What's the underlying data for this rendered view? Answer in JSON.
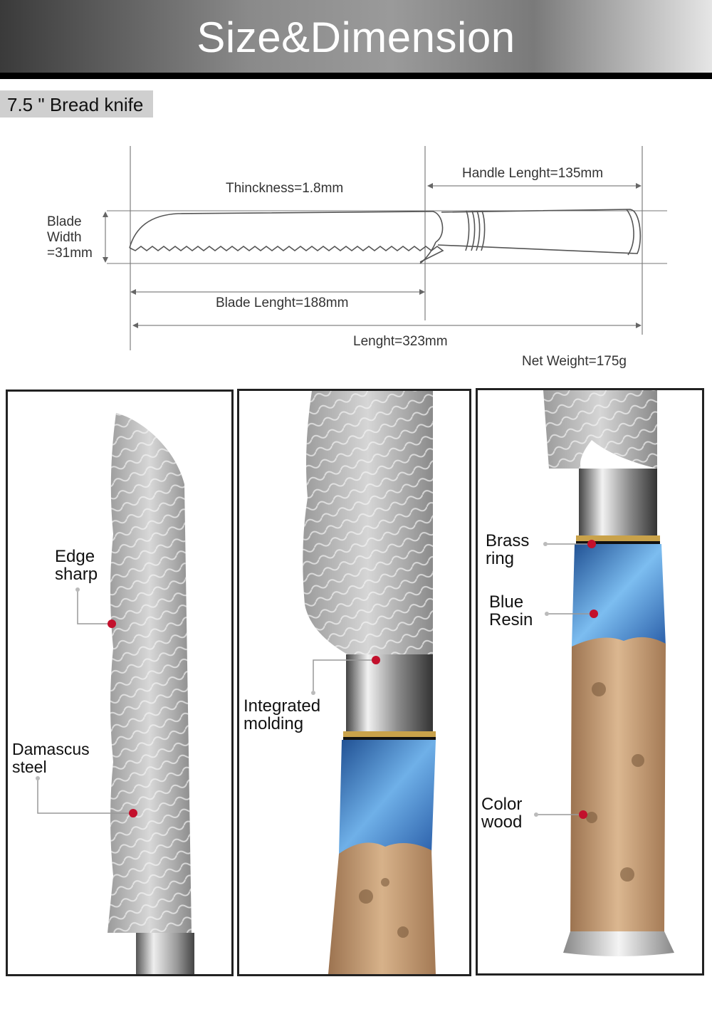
{
  "header": {
    "title": "Size&Dimension"
  },
  "product": {
    "label": "7.5 \" Bread knife"
  },
  "dimensions": {
    "thickness": "Thinckness=1.8mm",
    "handle_length": "Handle Lenght=135mm",
    "blade_width_line1": "Blade",
    "blade_width_line2": "Width",
    "blade_width_line3": "=31mm",
    "blade_length": "Blade Lenght=188mm",
    "total_length": "Lenght=323mm",
    "net_weight": "Net Weight=175g"
  },
  "callouts": {
    "edge_sharp": {
      "line1": "Edge",
      "line2": "sharp"
    },
    "damascus": {
      "line1": "Damascus",
      "line2": "steel"
    },
    "integrated": {
      "line1": "Integrated",
      "line2": "molding"
    },
    "brass": {
      "line1": "Brass",
      "line2": "ring"
    },
    "resin": {
      "line1": "Blue",
      "line2": "Resin"
    },
    "wood": {
      "line1": "Color",
      "line2": "wood"
    }
  },
  "colors": {
    "marker": "#c3102c",
    "header_bar": "#000000",
    "tab_bg": "#cfcfcf",
    "resin": "#2f6fb8",
    "wood": "#c8a07a"
  }
}
